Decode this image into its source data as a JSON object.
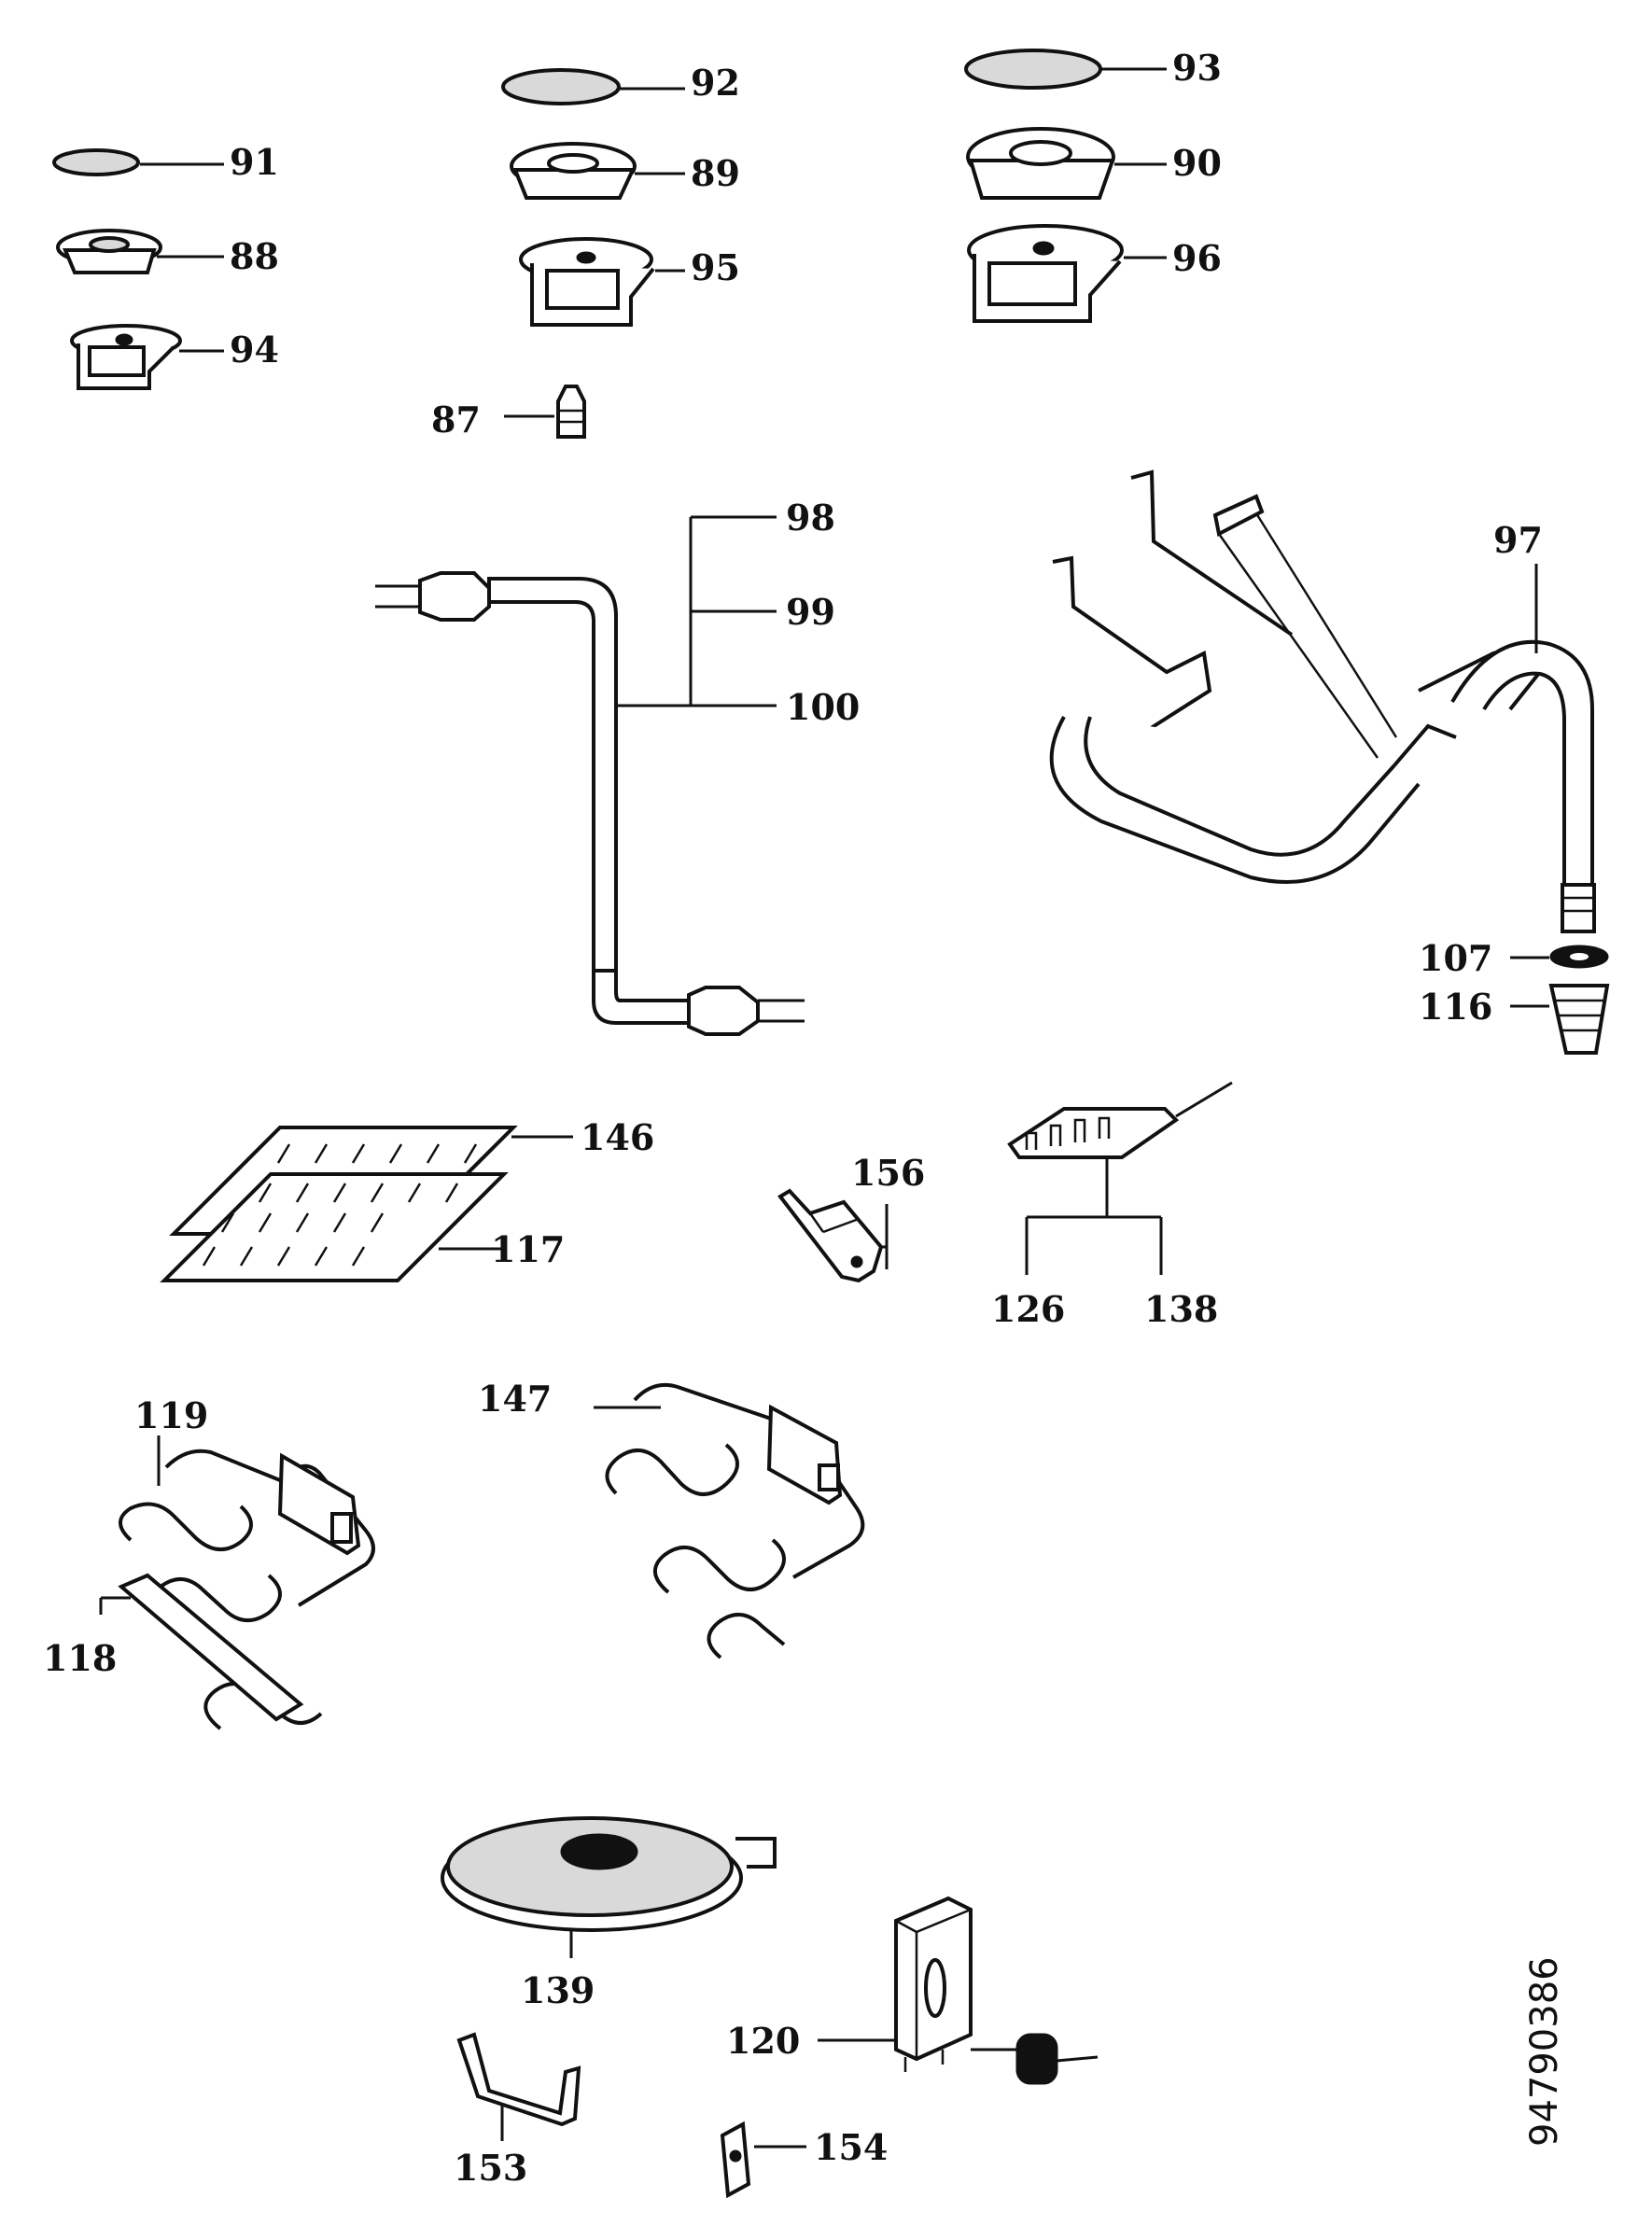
{
  "labels": {
    "p91": "91",
    "p88": "88",
    "p94": "94",
    "p92": "92",
    "p89": "89",
    "p95": "95",
    "p87": "87",
    "p93": "93",
    "p90": "90",
    "p96": "96",
    "p98": "98",
    "p99": "99",
    "p100": "100",
    "p97": "97",
    "p107": "107",
    "p116": "116",
    "p146": "146",
    "p117": "117",
    "p156": "156",
    "p126": "126",
    "p138": "138",
    "p119": "119",
    "p118": "118",
    "p147": "147",
    "p139": "139",
    "p120": "120",
    "p153": "153",
    "p154": "154"
  },
  "document_number": "94790386"
}
